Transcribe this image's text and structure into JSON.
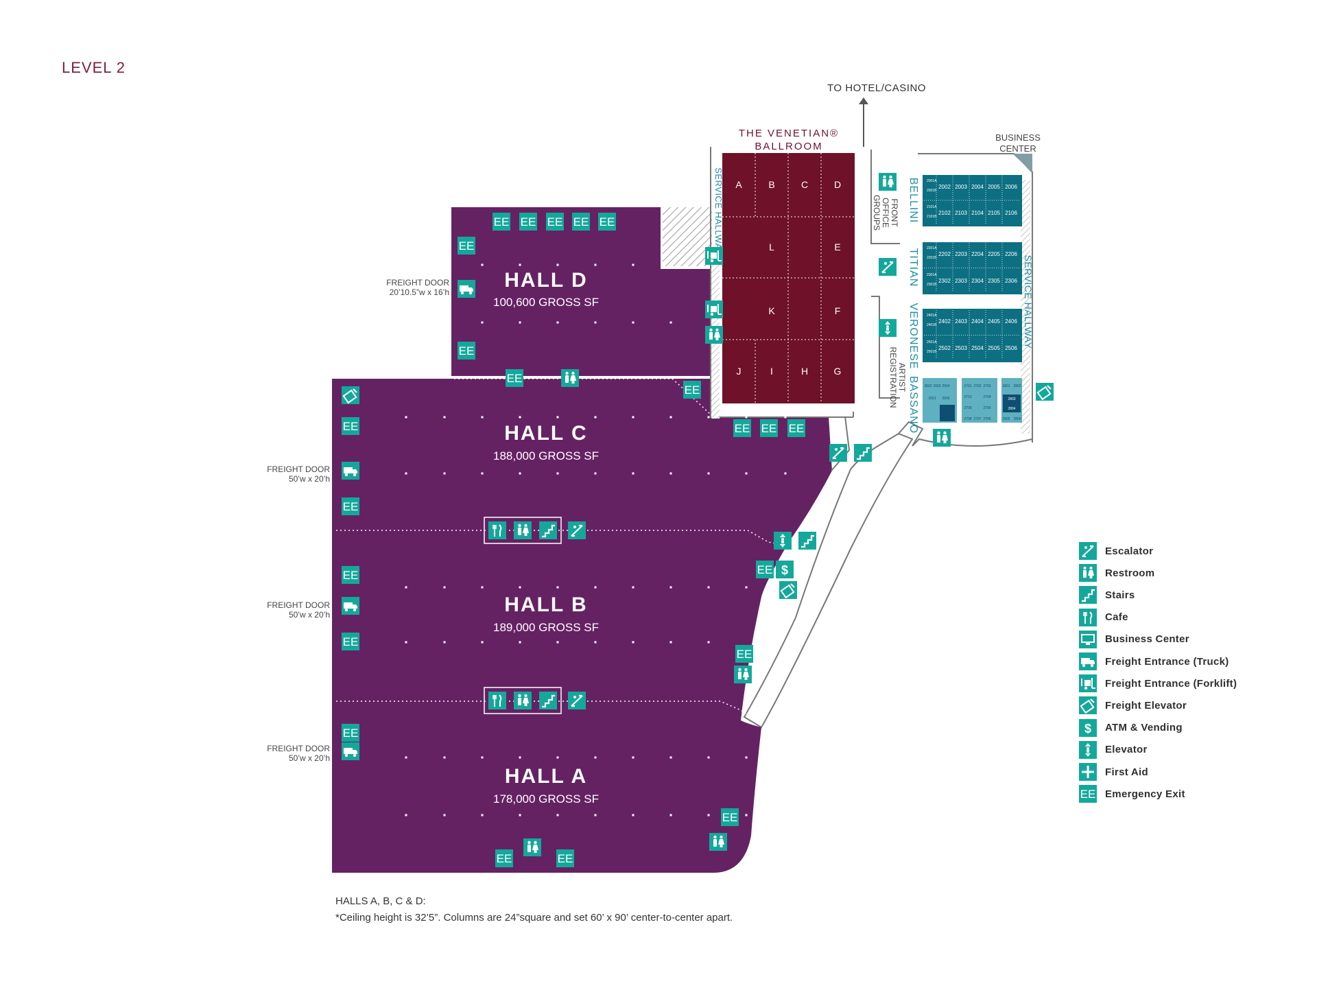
{
  "level_label": "LEVEL 2",
  "to_hotel": "TO HOTEL/CASINO",
  "ballroom": {
    "name_line1": "THE VENETIAN®",
    "name_line2": "BALLROOM",
    "sections": [
      {
        "label": "A"
      },
      {
        "label": "B"
      },
      {
        "label": "C"
      },
      {
        "label": "D"
      },
      {
        "label": "L"
      },
      {
        "label": "E"
      },
      {
        "label": "K"
      },
      {
        "label": "F"
      },
      {
        "label": "J"
      },
      {
        "label": "I"
      },
      {
        "label": "H"
      },
      {
        "label": "G"
      }
    ]
  },
  "labels": {
    "service_hallway": "SERVICE HALLWAY",
    "business_center_line1": "BUSINESS",
    "business_center_line2": "CENTER",
    "front_office_line1": "FRONT",
    "front_office_line2": "OFFICE",
    "front_office_line3": "GROUPS",
    "artist_reg_line1": "ARTIST",
    "artist_reg_line2": "REGISTRATION"
  },
  "meeting_rooms": {
    "bellini": {
      "name": "BELLINI",
      "row1": [
        "2001A",
        "2001B",
        "2002",
        "2003",
        "2004",
        "2005",
        "2006"
      ],
      "row2": [
        "2101A",
        "2101B",
        "2102",
        "2103",
        "2104",
        "2105",
        "2106"
      ]
    },
    "titian": {
      "name": "TITIAN",
      "row1": [
        "2201A",
        "2201B",
        "2202",
        "2203",
        "2204",
        "2205",
        "2206"
      ],
      "row2": [
        "2301A",
        "2301B",
        "2302",
        "2303",
        "2304",
        "2305",
        "2306"
      ]
    },
    "veronese": {
      "name": "VERONESE",
      "row1": [
        "2401A",
        "2401B",
        "2402",
        "2403",
        "2404",
        "2405",
        "2406"
      ],
      "row2": [
        "2501A",
        "2501B",
        "2502",
        "2503",
        "2504",
        "2505",
        "2506"
      ]
    },
    "bassano": {
      "name": "BASSANO",
      "g1": [
        "2602",
        "2603",
        "2604",
        "2601",
        "2605",
        "2606"
      ],
      "g2": [
        "2701",
        "2702",
        "2703",
        "2710",
        "2704",
        "2709",
        "2705",
        "2708",
        "2707",
        "2706"
      ],
      "g3": [
        "2801",
        "2802",
        "2803",
        "2804",
        "2805",
        "2806"
      ]
    }
  },
  "halls": [
    {
      "name": "HALL D",
      "area": "100,600 GROSS SF"
    },
    {
      "name": "HALL C",
      "area": "188,000 GROSS SF"
    },
    {
      "name": "HALL B",
      "area": "189,000 GROSS SF"
    },
    {
      "name": "HALL A",
      "area": "178,000 GROSS SF"
    }
  ],
  "freight_doors": [
    {
      "label": "FREIGHT DOOR",
      "size": "20’10.5”w x 16’h"
    },
    {
      "label": "FREIGHT DOOR",
      "size": "50’w x 20’h"
    },
    {
      "label": "FREIGHT DOOR",
      "size": "50’w x 20’h"
    },
    {
      "label": "FREIGHT DOOR",
      "size": "50’w x 20’h"
    }
  ],
  "emergency_exit_label": "EE",
  "atm_symbol": "$",
  "notes": {
    "line1": "HALLS A, B, C & D:",
    "line2": "*Ceiling height is 32’5”. Columns are 24”square and set 60’ x 90’ center-to-center apart."
  },
  "legend": [
    {
      "icon": "escalator-icon",
      "label": "Escalator"
    },
    {
      "icon": "restroom-icon",
      "label": "Restroom"
    },
    {
      "icon": "stairs-icon",
      "label": "Stairs"
    },
    {
      "icon": "cafe-icon",
      "label": "Cafe"
    },
    {
      "icon": "business-center-icon",
      "label": "Business Center"
    },
    {
      "icon": "truck-icon",
      "label": "Freight Entrance (Truck)"
    },
    {
      "icon": "forklift-icon",
      "label": "Freight Entrance (Forklift)"
    },
    {
      "icon": "freight-elevator-icon",
      "label": "Freight Elevator"
    },
    {
      "icon": "atm-icon",
      "label": "ATM & Vending"
    },
    {
      "icon": "elevator-icon",
      "label": "Elevator"
    },
    {
      "icon": "first-aid-icon",
      "label": "First Aid"
    },
    {
      "icon": "emergency-exit-icon",
      "label": "Emergency Exit",
      "text": "EE"
    }
  ],
  "colors": {
    "hall": "#652263",
    "ballroom": "#6e1129",
    "meeting": "#0d6f82",
    "meeting_light": "#5fb0c0",
    "icon": "#14a89b",
    "label_teal": "#1b8ea3"
  }
}
